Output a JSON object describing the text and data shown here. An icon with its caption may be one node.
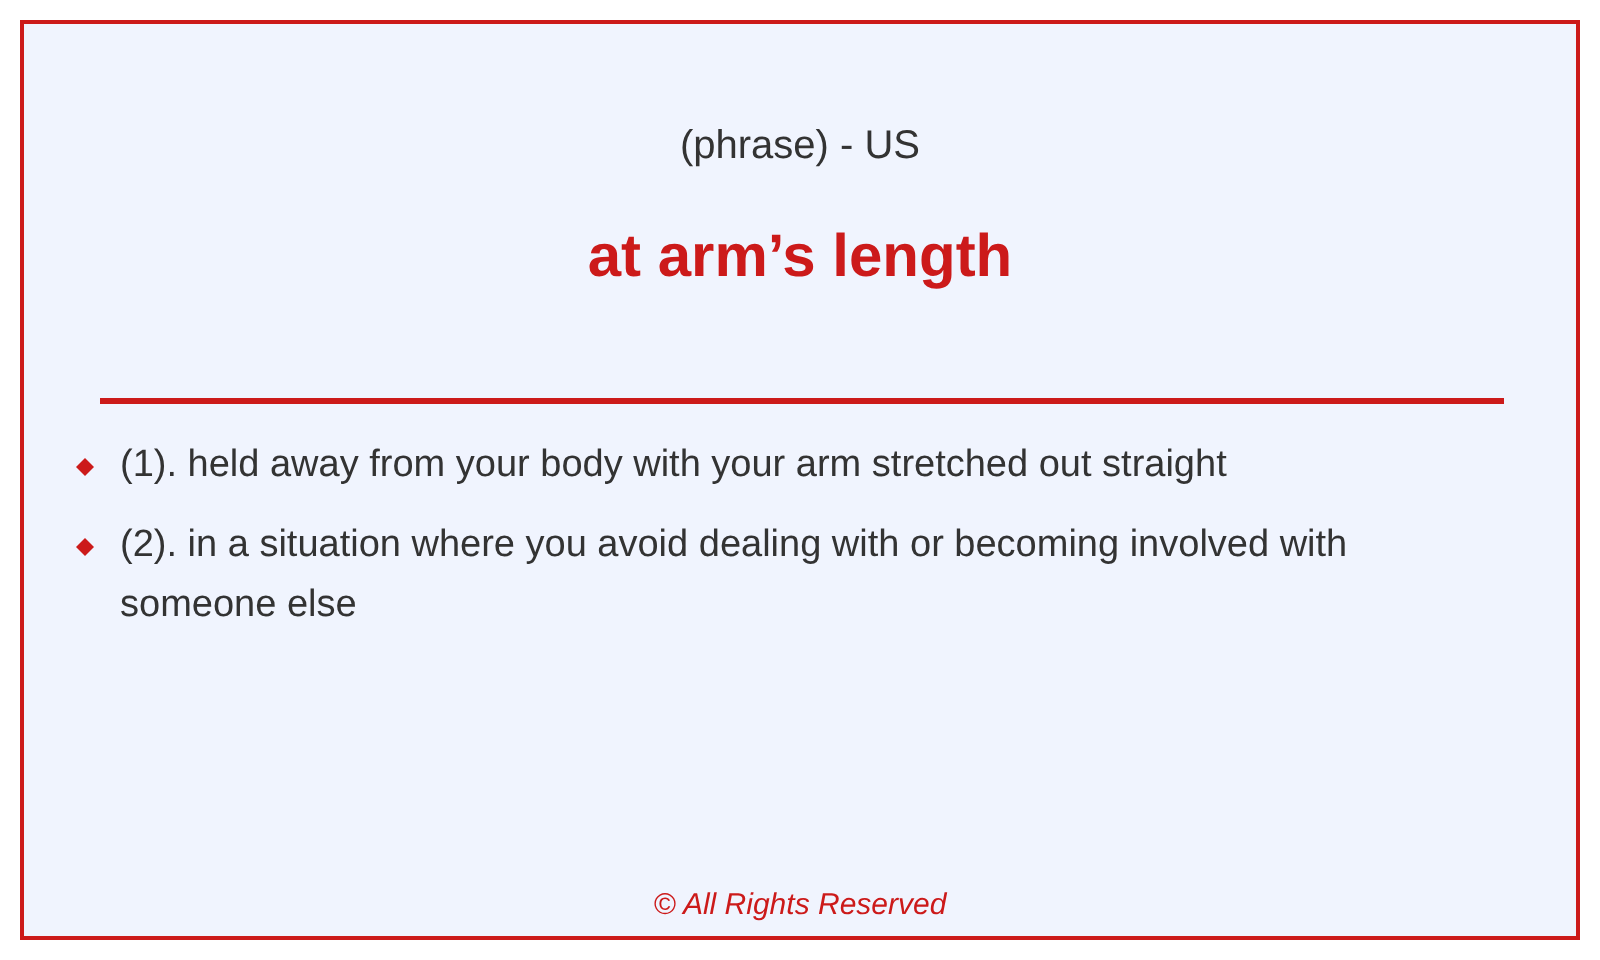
{
  "diagram": {
    "title": "at arm’s length",
    "labels": [
      "(phrase) - US",
      "(1). held away from your body with your arm stretched out straight",
      "(2). in a situation where you avoid dealing with or becoming involved with someone else",
      "© All Rights Reserved"
    ]
  }
}
